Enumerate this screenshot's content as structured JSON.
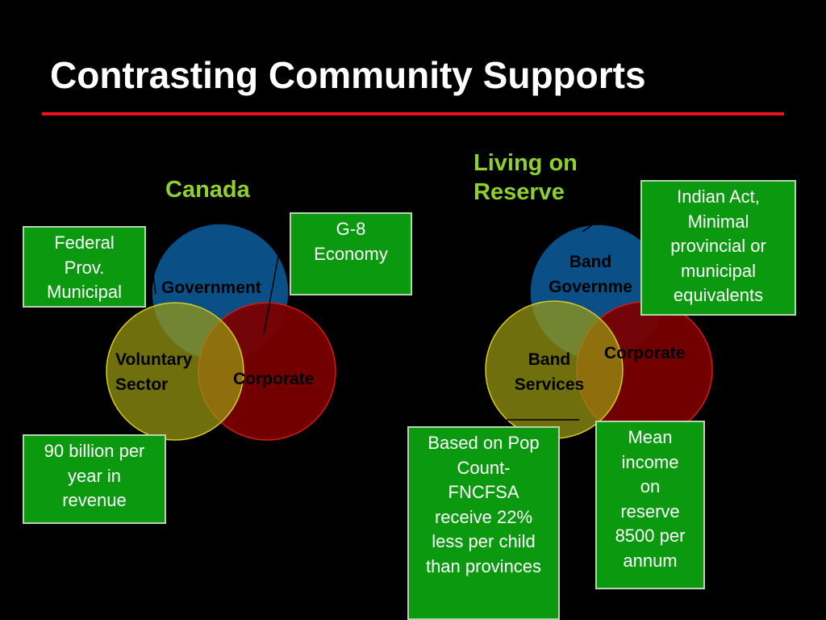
{
  "title": "Contrasting Community Supports",
  "colors": {
    "background": "#000000",
    "accent_rule": "#e8121c",
    "heading": "#8fd12a",
    "box_fill": "#0a990f",
    "government_circle": "#0a4f86",
    "voluntary_circle": "#8a8c10",
    "corporate_circle": "#7a0000"
  },
  "canada": {
    "heading": "Canada",
    "circles": {
      "government": "Government",
      "voluntary": "Voluntary\nSector",
      "corporate": "Corporate"
    },
    "boxes": {
      "levels": "Federal\nProv.\nMunicipal",
      "economy": "G-8\nEconomy",
      "revenue": "90 billion per\nyear in\nrevenue"
    }
  },
  "reserve": {
    "heading": "Living on\nReserve",
    "circles": {
      "government": "Band\nGovernme",
      "services": "Band\nServices",
      "corporate": "Corporate"
    },
    "boxes": {
      "indian_act": "Indian Act,\nMinimal\nprovincial or\nmunicipal\nequivalents",
      "funding": "Based on Pop\nCount-\nFNCFSA\nreceive 22%\nless per child\nthan provinces",
      "income": "Mean\nincome\non\nreserve\n8500 per\nannum"
    }
  }
}
